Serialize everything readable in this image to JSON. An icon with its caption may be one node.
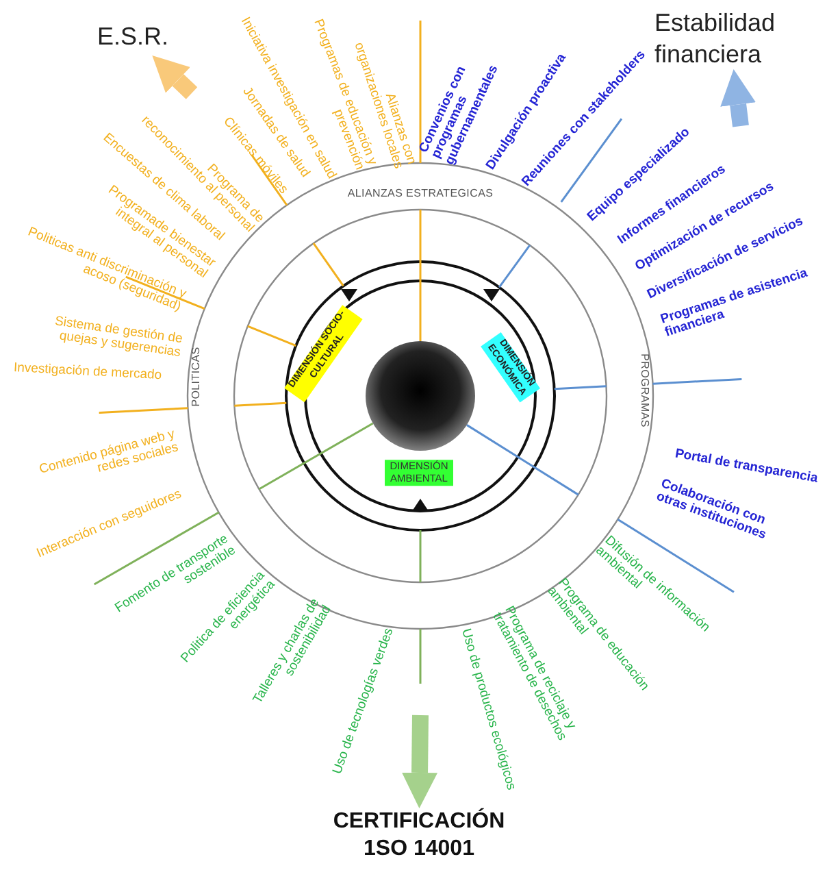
{
  "diagram": {
    "nodes": [
      {
        "text": [
          "E.S.R."
        ]
      },
      {
        "text": [
          "Estabilidad financiera"
        ]
      },
      {
        "text": [
          "CERTIFICACIÓN 1SO 14001"
        ]
      },
      {
        "text": [
          "DIMENSIÓN SOCIO-CULTURAL"
        ]
      },
      {
        "text": [
          "DIMENSIÓN ECONÓMICA"
        ]
      },
      {
        "text": [
          "DIMENSIÓN AMBIENTAL"
        ]
      },
      {
        "text": [],
        "shape": "circle"
      }
    ],
    "edges": [
      {
        "from": null,
        "to": 0,
        "arrow": "to",
        "color": "#f9c97a"
      },
      {
        "from": null,
        "to": 1,
        "arrow": "to",
        "color": "#8fb4e3"
      },
      {
        "from": null,
        "to": 2,
        "arrow": "to",
        "color": "#a5d18c"
      }
    ],
    "labels": [
      "Politicas anti discriminación y acoso (seguridad)",
      "Programade bienestar integral al personal",
      "Encuestas de clima laboral",
      "Programa de reconocimiento al personal",
      "Clínicas móviles",
      "Jornadas de salud",
      "Iniciativa investigación en salud",
      "Programas de educación y prevención",
      "Alianzas con organizaciones locales",
      "ALIANZAS ESTRATEGICAS",
      "Convenios con programas gubernamentales",
      "Divulgación proactiva",
      "Reuniones con stakeholders",
      "Equipo especializado",
      "Informes financieros",
      "Optimización de recursos",
      "Diversificación de servicios",
      "Programas de asistencia financiera",
      "Sistema de gestión de quejas y sugerencias",
      "Investigación de mercado",
      "POLITICAS",
      "PROGRAMAS",
      "Contenido página web y redes sociales",
      "Portal de transparencia",
      "Interacción con seguidores",
      "Colaboración con otras instituciones",
      "Fomento de transporte sostenible",
      "Politica de eficiencia energética",
      "Talleres y charlas de sostenibilidad",
      "Uso de tecnologías verdes",
      "Uso de productos ecológicos",
      "Programa de reciclaje y tratamiento de desechos",
      "Programa de educación ambiental",
      "Difusión de información ambiental"
    ]
  }
}
